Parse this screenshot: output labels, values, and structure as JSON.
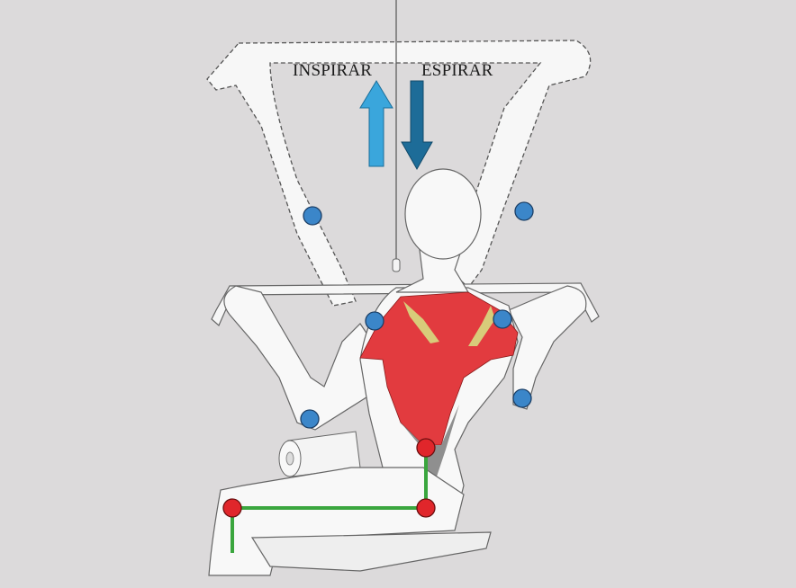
{
  "labels": {
    "inhale": "INSPIRAR",
    "exhale": "ESPIRAR"
  },
  "colors": {
    "background": "#dcdadb",
    "inhale_arrow": "#3aa6dc",
    "exhale_arrow": "#1d6c98",
    "muscle": "#e23b3f",
    "joint_marker": "#3b86c9",
    "posture_marker": "#e0262b",
    "posture_line": "#3aa63e"
  },
  "markers": {
    "joint_markers_count": 6,
    "posture_markers_count": 3
  }
}
